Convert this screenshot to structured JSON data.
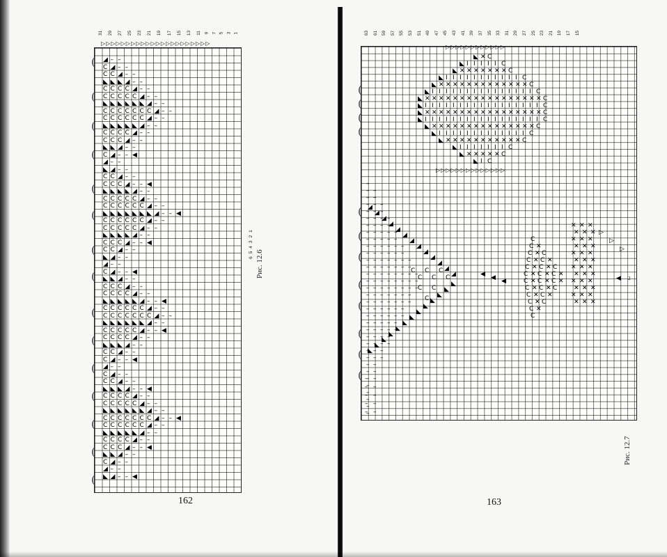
{
  "left_page": {
    "page_number": "162",
    "figure_caption": "Рис. 12.6",
    "column_numbers": [
      "31",
      "29",
      "27",
      "25",
      "23",
      "21",
      "19",
      "17",
      "15",
      "13",
      "11",
      "9",
      "7",
      "5",
      "3",
      "1"
    ],
    "row_numbers": [
      "6",
      "5",
      "4",
      "3",
      "2",
      "1"
    ]
  },
  "right_page": {
    "page_number": "163",
    "figure_caption": "Рис. 12.7",
    "column_numbers": [
      "63",
      "61",
      "59",
      "57",
      "55",
      "53",
      "51",
      "49",
      "47",
      "45",
      "43",
      "41",
      "39",
      "37",
      "35",
      "33",
      "31",
      "29",
      "27",
      "25",
      "23",
      "21",
      "19",
      "17",
      "15"
    ],
    "row_number": "2"
  },
  "symbols": {
    "open_triangle": "▷",
    "filled_left": "◣",
    "filled_right": "◢",
    "arrow_left": "◀",
    "crescent": "C",
    "dash": "–",
    "cross": "✕",
    "bar": "I",
    "brace": "("
  },
  "colors": {
    "paper": "#f7f7f5",
    "ink": "#111111",
    "grid": "#222222"
  }
}
